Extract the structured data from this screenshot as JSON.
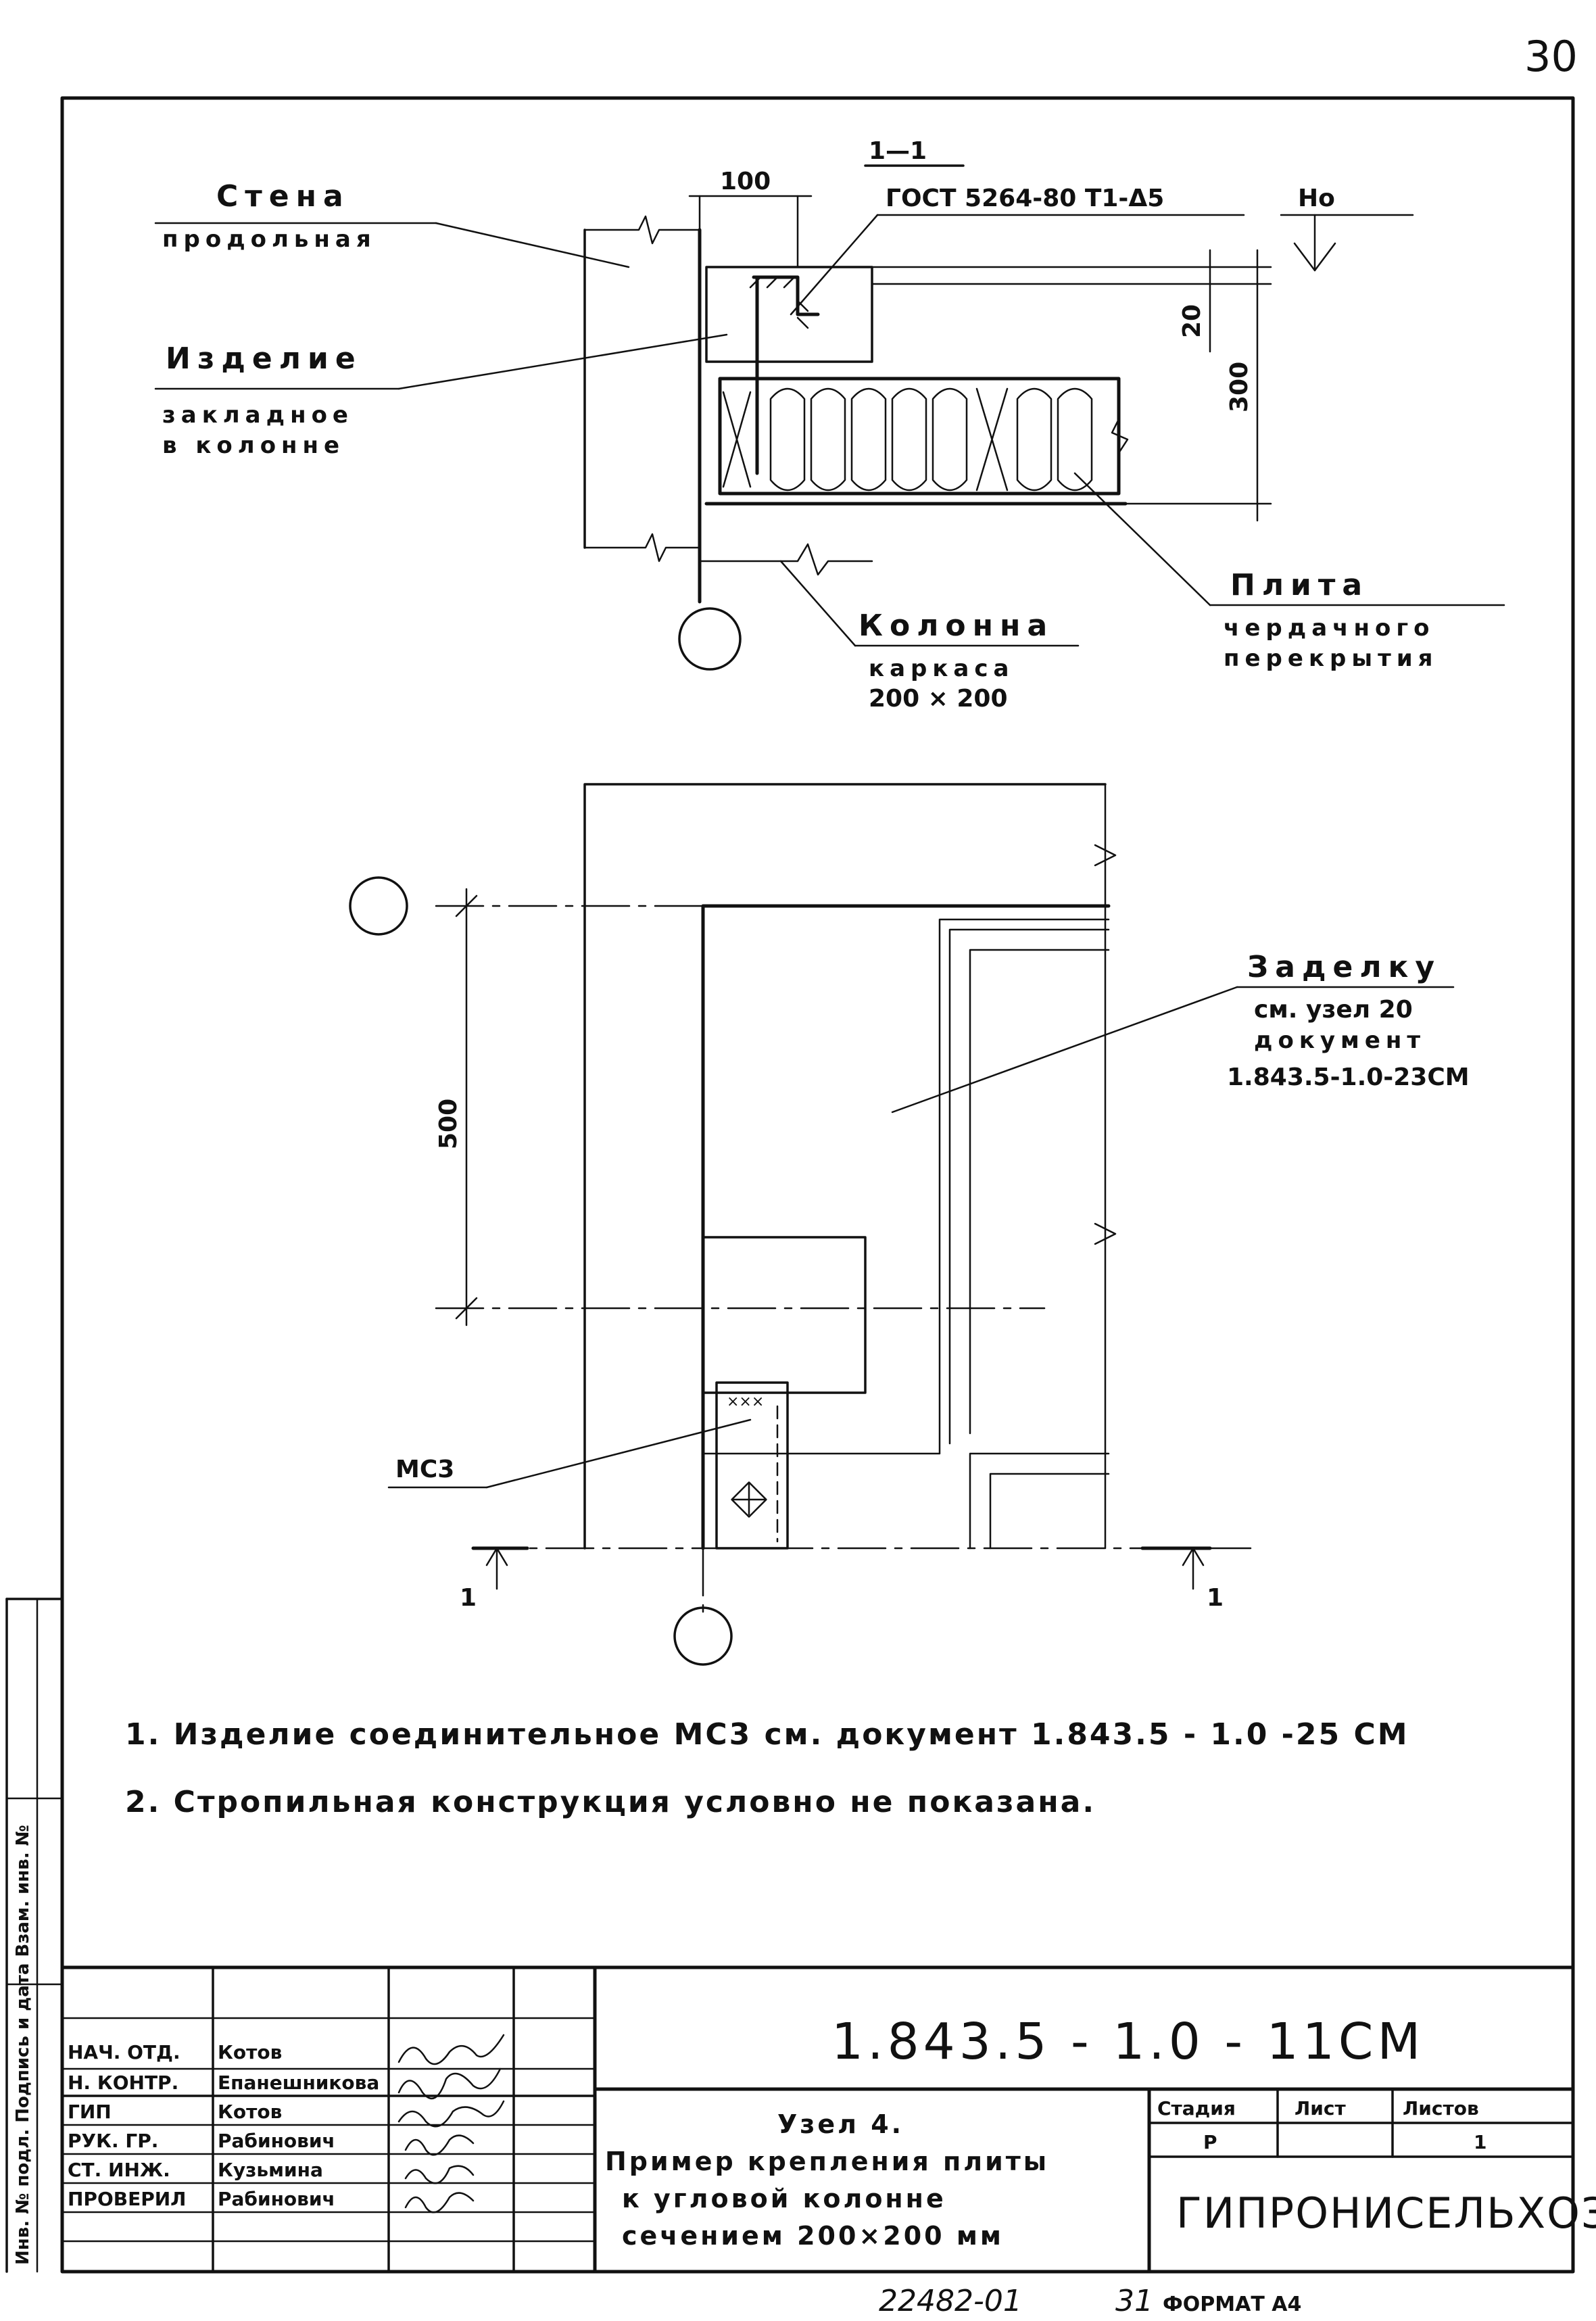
{
  "page_number": "30",
  "section": {
    "mark": "1—1",
    "weld_note": "ГОСТ 5264-80 Т1-Δ5",
    "level_mark": "Hо",
    "dim_top": "100",
    "dim_20": "20",
    "dim_300": "300"
  },
  "labels": {
    "wall_title": "Стена",
    "wall_sub": "продольная",
    "embed_title": "Изделие",
    "embed_sub1": "закладное",
    "embed_sub2": "в колонне",
    "column_title": "Колонна",
    "column_sub1": "каркаса",
    "column_sub2": "200 × 200",
    "slab_title": "Плита",
    "slab_sub1": "чердачного",
    "slab_sub2": "перекрытия",
    "seal_title": "Заделку",
    "seal_sub1": "см. узел 20",
    "seal_sub2": "документ",
    "seal_sub3": "1.843.5-1.0-23СМ",
    "msz": "МС3",
    "dim_500": "500",
    "cut_left": "1",
    "cut_right": "1"
  },
  "notes": [
    "1. Изделие соединительное МС3 см. документ 1.843.5 - 1.0 -25 СМ",
    "2. Стропильная конструкция условно не показана."
  ],
  "title_block": {
    "doc_code": "1.843.5 - 1.0 - 11СМ",
    "title_lines": [
      "Узел 4.",
      "Пример крепления плиты",
      "к угловой колонне",
      "сечением 200×200 мм"
    ],
    "stage_header": "Стадия",
    "sheet_header": "Лист",
    "sheets_header": "Листов",
    "stage_value": "Р",
    "sheets_value": "1",
    "organization": "ГИПРОНИСЕЛЬХОЗ",
    "people": [
      {
        "role": "НАЧ. ОТД.",
        "name": "Котов"
      },
      {
        "role": "Н. КОНТР.",
        "name": "Епанешникова"
      },
      {
        "role": "ГИП",
        "name": "Котов"
      },
      {
        "role": "РУК. ГР.",
        "name": "Рабинович"
      },
      {
        "role": "СТ. ИНЖ.",
        "name": "Кузьмина"
      },
      {
        "role": "ПРОВЕРИЛ",
        "name": "Рабинович"
      }
    ]
  },
  "side_strip": "Инв. № подл.  Подпись и дата  Взам. инв. №",
  "footer": {
    "archive_no": "22482-01",
    "sheet_no": "31",
    "format": "ФОРМАТ А4"
  }
}
